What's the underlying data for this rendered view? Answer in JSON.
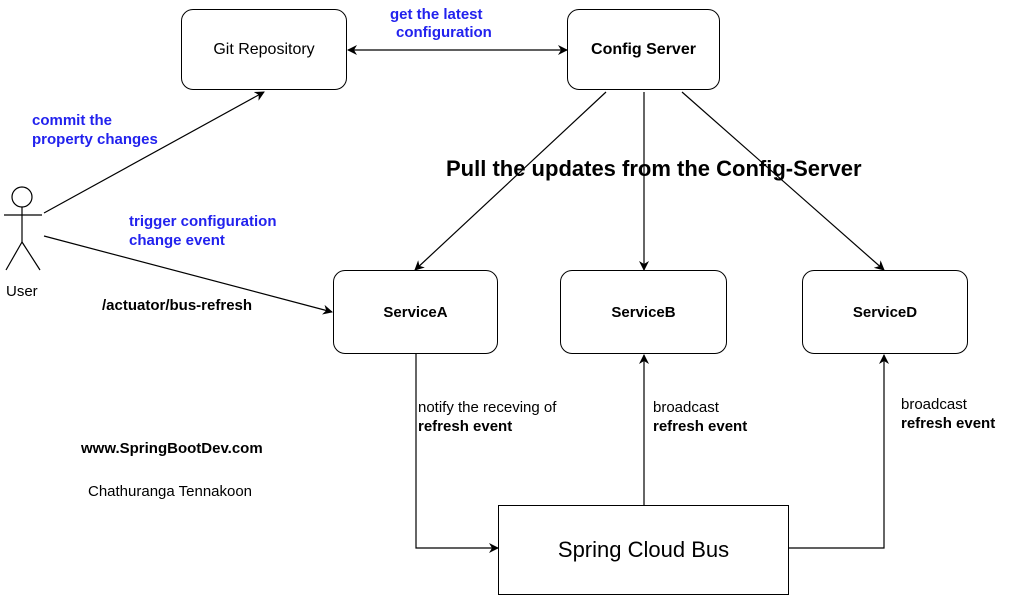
{
  "nodes": {
    "git_repository": "Git Repository",
    "config_server": "Config Server",
    "service_a": "ServiceA",
    "service_b": "ServiceB",
    "service_d": "ServiceD",
    "spring_cloud_bus": "Spring Cloud Bus",
    "user": "User"
  },
  "labels": {
    "get_latest_line1": "get the latest",
    "get_latest_line2": "configuration",
    "commit_line1": "commit the",
    "commit_line2": "property changes",
    "pull_updates": "Pull the updates from the Config-Server",
    "trigger_line1": "trigger configuration",
    "trigger_line2": "change event",
    "endpoint": "/actuator/bus-refresh",
    "notify_line1": "notify the receving of",
    "notify_line2": "refresh event",
    "broadcast_b_line1": "broadcast",
    "broadcast_b_line2": "refresh event",
    "broadcast_d_line1": "broadcast",
    "broadcast_d_line2": "refresh event",
    "website": "www.SpringBootDev.com",
    "author": "Chathuranga Tennakoon"
  }
}
